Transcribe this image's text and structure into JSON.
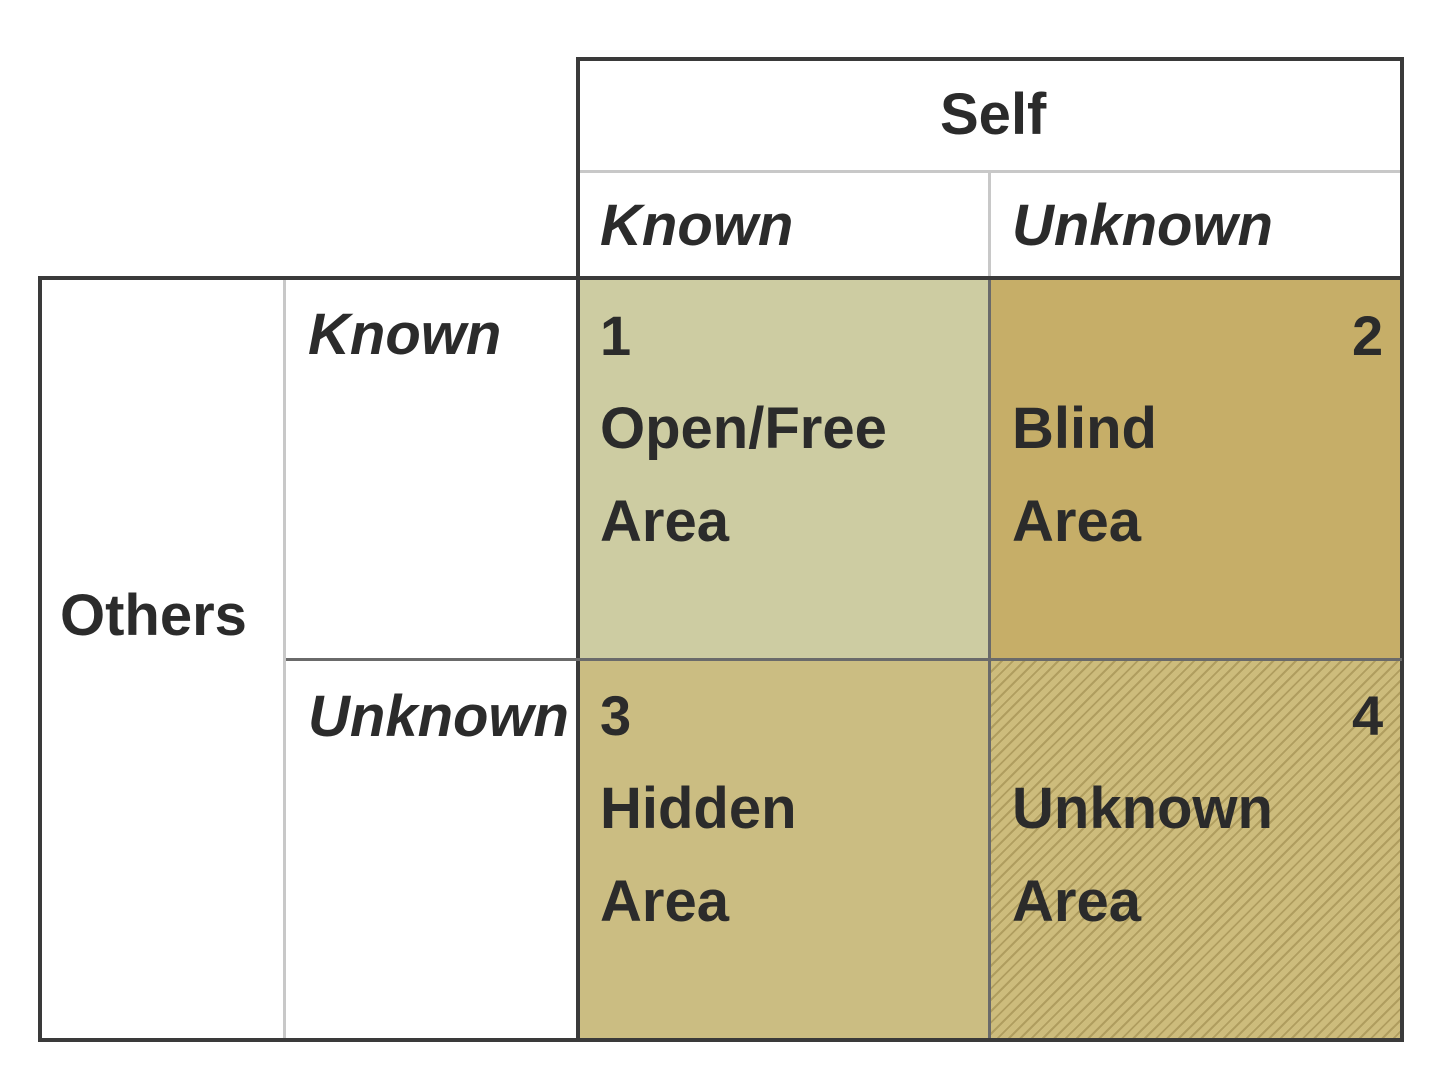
{
  "header": {
    "top_label": "Self",
    "left_label": "Others",
    "col_labels": [
      "Known",
      "Unknown"
    ],
    "row_labels": [
      "Known",
      "Unknown"
    ]
  },
  "quadrants": [
    {
      "number": "1",
      "line1": "Open/Free",
      "line2": "Area",
      "color": "#cdcca2"
    },
    {
      "number": "2",
      "line1": "Blind",
      "line2": "Area",
      "color": "#c6ae68"
    },
    {
      "number": "3",
      "line1": "Hidden",
      "line2": "Area",
      "color": "#cbbd82"
    },
    {
      "number": "4",
      "line1": "Unknown",
      "line2": "Area",
      "color": "#cdbc7c"
    }
  ]
}
